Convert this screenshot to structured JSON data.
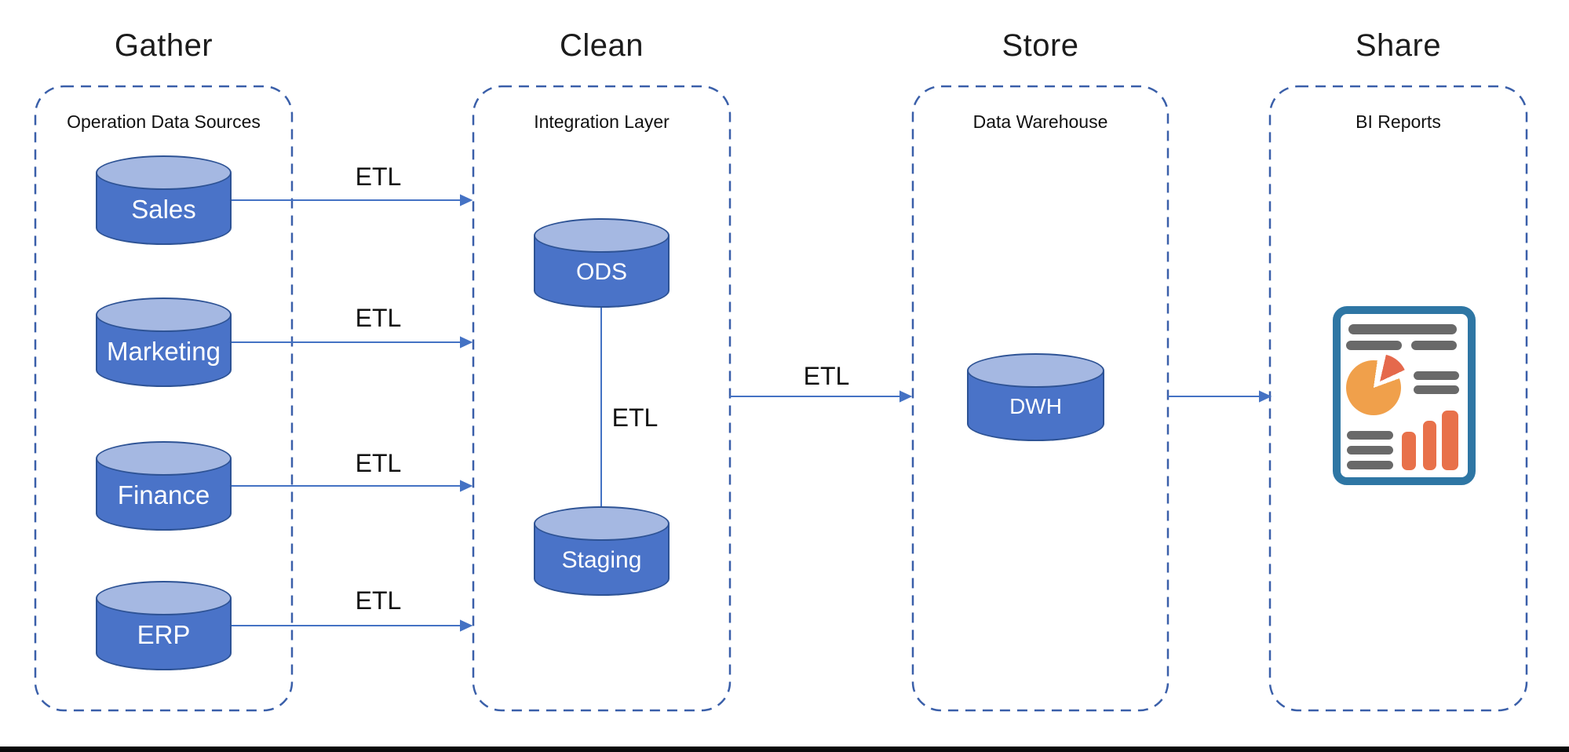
{
  "diagram": {
    "stages": [
      {
        "title": "Gather",
        "box_label": "Operation Data Sources",
        "items": [
          "Sales",
          "Marketing",
          "Finance",
          "ERP"
        ]
      },
      {
        "title": "Clean",
        "box_label": "Integration Layer",
        "items": [
          "ODS",
          "Staging"
        ]
      },
      {
        "title": "Store",
        "box_label": "Data Warehouse",
        "items": [
          "DWH"
        ]
      },
      {
        "title": "Share",
        "box_label": "BI Reports",
        "items": [],
        "icon": "bi-report-icon"
      }
    ],
    "edge_labels": {
      "sales_to_integration": "ETL",
      "marketing_to_integration": "ETL",
      "finance_to_integration": "ETL",
      "erp_to_integration": "ETL",
      "ods_to_staging": "ETL",
      "integration_to_warehouse": "ETL"
    },
    "colors": {
      "cylinder_body": "#4a73c8",
      "cylinder_top": "#a5b8e2",
      "cylinder_outline": "#2e5395",
      "dashed_border": "#3a5fa9",
      "arrow": "#4472c4",
      "text": "#1b1b1b",
      "cylinder_text": "#ffffff",
      "icon_frame": "#2e76a4",
      "icon_gray": "#696969",
      "icon_orange": "#f0a04b",
      "icon_red_orange": "#e5694c",
      "footer_bar": "#0a0a0a"
    }
  }
}
